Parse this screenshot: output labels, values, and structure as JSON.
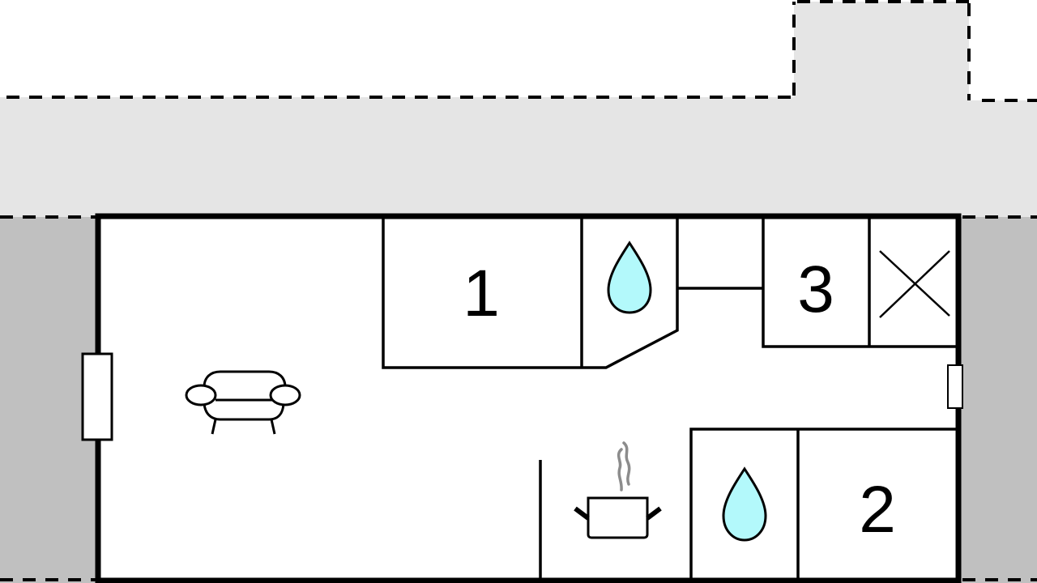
{
  "plan": {
    "title": "Floor plan",
    "rooms": [
      {
        "id": "bedroom-1",
        "label": "1"
      },
      {
        "id": "bedroom-2",
        "label": "2"
      },
      {
        "id": "bedroom-3",
        "label": "3"
      }
    ],
    "symbols": {
      "bathroom_top": "water-drop",
      "bathroom_bottom": "water-drop",
      "storage": "cross-mark",
      "living": "sofa",
      "kitchen": "cooking-pot"
    }
  },
  "colors": {
    "terrace": "#e5e5e5",
    "outside_side": "#c0c0c0",
    "wall": "#000000",
    "water": "#b3f9fb",
    "steam": "#8c8c8c"
  }
}
